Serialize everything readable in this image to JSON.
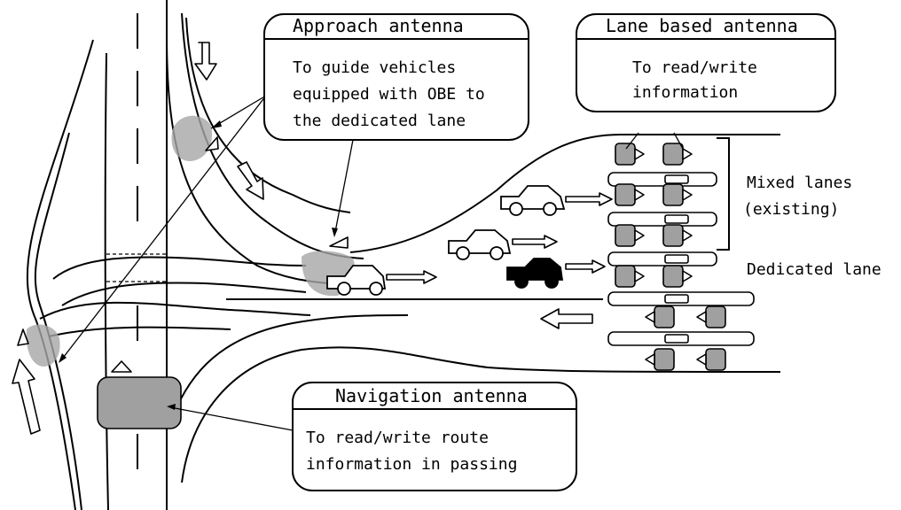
{
  "callouts": {
    "approach": {
      "title": "Approach antenna",
      "lines": [
        "To guide vehicles",
        "equipped with OBE to",
        "the dedicated lane"
      ]
    },
    "lane": {
      "title": "Lane based antenna",
      "lines": [
        "To read/write",
        "information"
      ]
    },
    "navigation": {
      "title": "Navigation antenna",
      "lines": [
        "To read/write route",
        "information in passing"
      ]
    }
  },
  "labels": {
    "mixed_lanes": [
      "Mixed lanes",
      "(existing)"
    ],
    "dedicated_lane": "Dedicated lane"
  },
  "colors": {
    "antenna": "#a0a0a0",
    "zone": "#a6a6a6",
    "line": "#000000"
  }
}
